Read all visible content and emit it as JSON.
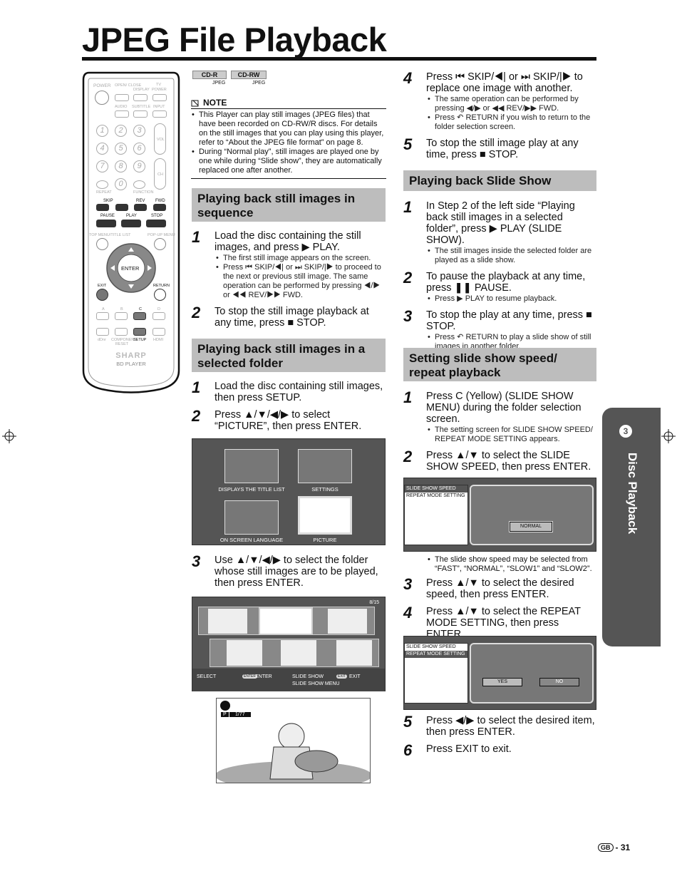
{
  "title": "JPEG File Playback",
  "badges": [
    {
      "label": "CD-R",
      "sub": "JPEG"
    },
    {
      "label": "CD-RW",
      "sub": "JPEG"
    }
  ],
  "note": {
    "heading": "NOTE",
    "items": [
      "This Player can play still images (JPEG files) that have been recorded on CD-RW/R discs. For details on the still images that you can play using this player, refer to “About the JPEG file format” on page 8.",
      "During “Normal play”, still images are played one by one while during “Slide show”, they are automatically replaced one after another."
    ]
  },
  "sec1": {
    "heading": "Playing back still images in sequence",
    "s1_num": "1",
    "s1_text": "Load the disc containing the still images, and press ▶ PLAY.",
    "s1_b1": "The first still image appears on the screen.",
    "s1_b2": "Press ⏮ SKIP/◀| or ⏭ SKIP/|▶ to proceed to the next or previous still image. The same operation can be performed by pressing ◀/▶ or ◀◀ REV/▶▶ FWD.",
    "s2_num": "2",
    "s2_text": "To stop the still image playback at any time, press ■ STOP."
  },
  "sec2": {
    "heading": "Playing back still images in a selected folder",
    "s1_num": "1",
    "s1_text": "Load the disc containing still images, then press SETUP.",
    "s2_num": "2",
    "s2_text": "Press ▲/▼/◀/▶ to select “PICTURE”, then press ENTER.",
    "s3_num": "3",
    "s3_text": "Use ▲/▼/◀/▶ to select the folder whose still images are to be played, then press ENTER."
  },
  "menu": {
    "items": [
      "DISPLAYS THE TITLE LIST",
      "SETTINGS",
      "ON SCREEN LANGUAGE",
      "PICTURE"
    ]
  },
  "folder": {
    "count": "8/15",
    "footer": [
      "SELECT",
      "ENTER",
      "ENTER",
      "SLIDE SHOW",
      "EXIT",
      "EXIT",
      "SLIDE SHOW MENU"
    ]
  },
  "playback": {
    "counter": "1/77",
    "badge": "P"
  },
  "col2": {
    "s4_num": "4",
    "s4_text": "Press ⏮ SKIP/◀| or ⏭ SKIP/|▶ to replace one image with another.",
    "s4_b1": "The same operation can be performed by pressing ◀/▶ or ◀◀ REV/▶▶ FWD.",
    "s4_b2": "Press ↶ RETURN if you wish to return to the folder selection screen.",
    "s5_num": "5",
    "s5_text": "To stop the still image play at any time, press ■ STOP."
  },
  "sec3": {
    "heading": "Playing back Slide Show",
    "s1_num": "1",
    "s1_text": "In Step 2 of the left side “Playing back still images in a selected folder”, press ▶ PLAY (SLIDE SHOW).",
    "s1_b1": "The still images inside the selected folder are played as a slide show.",
    "s2_num": "2",
    "s2_text": "To pause the playback at any time, press ❚❚ PAUSE.",
    "s2_b1": "Press ▶ PLAY to resume playback.",
    "s3_num": "3",
    "s3_text": "To stop the play at any time, press ■ STOP.",
    "s3_b1": "Press ↶ RETURN to play a slide show of still images in another folder."
  },
  "sec4": {
    "heading": "Setting slide show speed/ repeat playback",
    "s1_num": "1",
    "s1_text": "Press C (Yellow) (SLIDE SHOW MENU) during the folder selection screen.",
    "s1_b1": "The setting screen for SLIDE SHOW SPEED/ REPEAT MODE SETTING appears.",
    "s2_num": "2",
    "s2_text": "Press ▲/▼ to select the SLIDE SHOW SPEED, then press ENTER.",
    "osd1": {
      "row1": "SLIDE SHOW SPEED",
      "row2": "REPEAT MODE SETTING",
      "value": "NORMAL"
    },
    "b_after": "The slide show speed may be selected from “FAST”, “NORMAL”, “SLOW1” and “SLOW2”.",
    "s3_num": "3",
    "s3_text": "Press ▲/▼ to select the desired speed, then press ENTER.",
    "s4_num": "4",
    "s4_text": "Press ▲/▼ to select the REPEAT MODE SETTING, then press ENTER.",
    "osd2": {
      "row1": "SLIDE SHOW SPEED",
      "row2": "REPEAT MODE SETTING",
      "yes": "YES",
      "no": "NO"
    },
    "s5_num": "5",
    "s5_text": "Press ◀/▶ to select the desired item, then press ENTER.",
    "s6_num": "6",
    "s6_text": "Press EXIT to exit."
  },
  "side_tab": {
    "num": "3",
    "label": "Disc Playback"
  },
  "footer": {
    "region": "GB",
    "page": "- 31"
  },
  "remote": {
    "brand": "SHARP",
    "model": "BD PLAYER",
    "power": "POWER",
    "open": "OPEN/ CLOSE",
    "display": "DISPLAY",
    "tv": "TV",
    "tvpower": "POWER",
    "audio": "AUDIO",
    "subtitle": "SUBTITLE",
    "input": "INPUT",
    "nums": [
      "1",
      "2",
      "3",
      "4",
      "5",
      "6",
      "7",
      "8",
      "9",
      "0"
    ],
    "vol": "VOL",
    "ch": "CH",
    "repeat": "REPEAT",
    "function": "FUNCTION",
    "skip": "SKIP",
    "rev": "REV",
    "fwd": "FWD",
    "pause": "PAUSE",
    "play": "PLAY",
    "stop": "STOP",
    "topmenu": "TOP MENU/TITLE LIST",
    "popup": "POP-UP MENU",
    "enter": "ENTER",
    "exit": "EXIT",
    "return": "RETURN",
    "a": "A",
    "b": "B",
    "c": "C",
    "d": "D",
    "setup": "SETUP",
    "hdmi": "HDMI",
    "component": "COMPONENT RESET",
    "dnr": "dDnr"
  }
}
